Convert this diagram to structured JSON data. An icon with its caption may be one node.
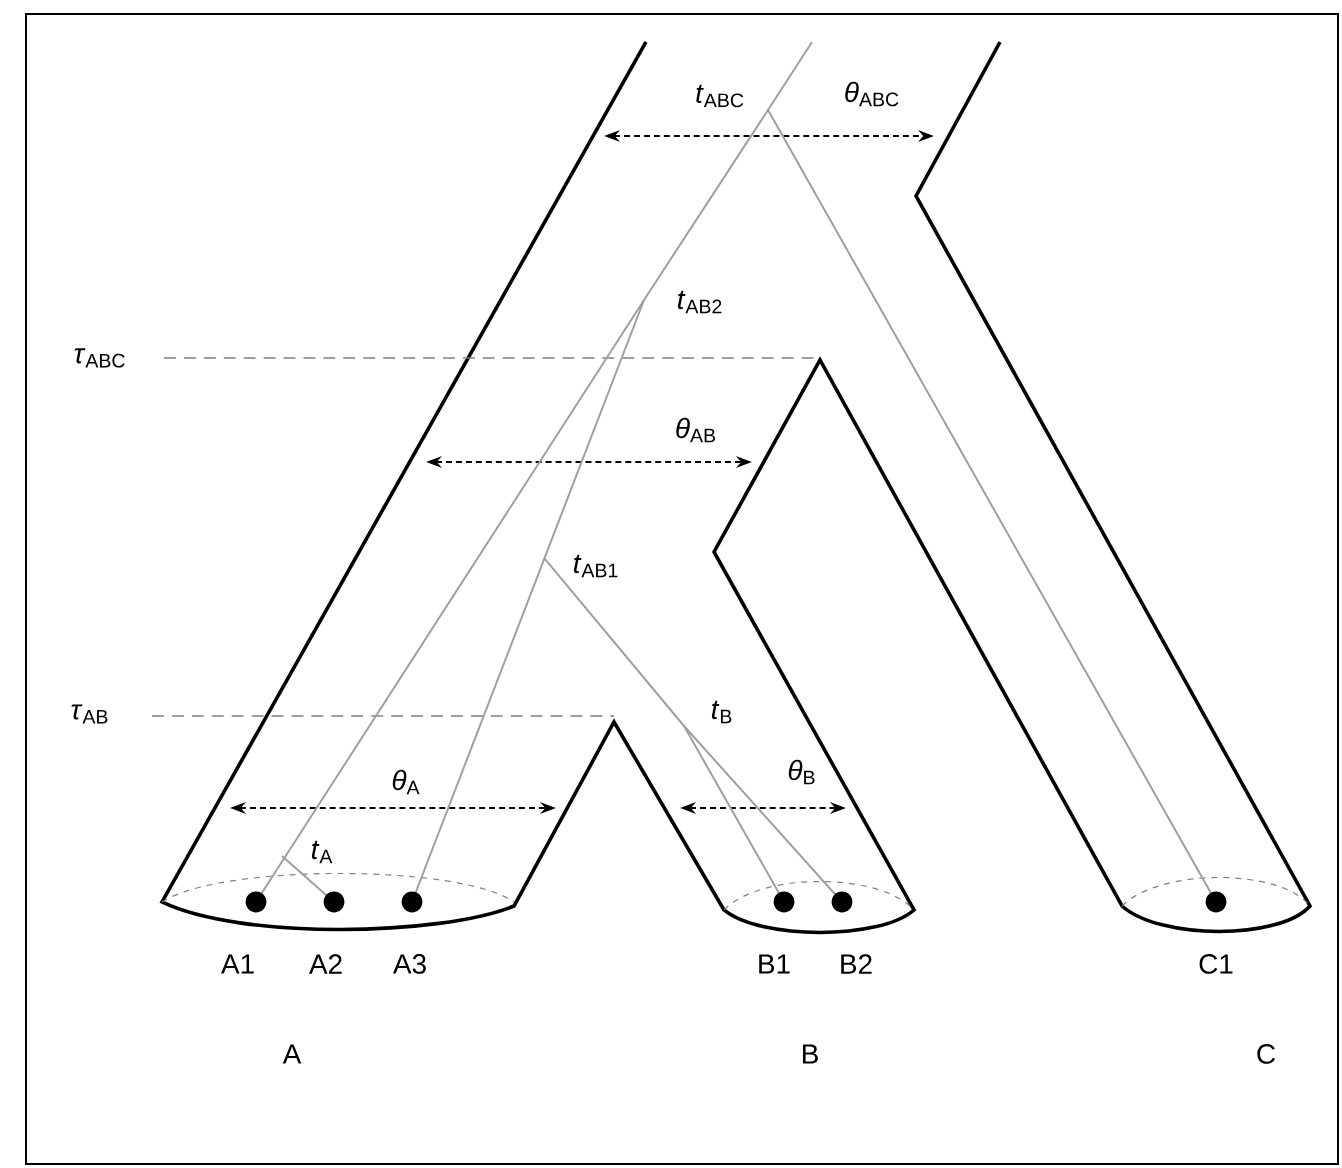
{
  "diagram": {
    "labels": [
      "*t*$_{ABC}$",
      "*θ*$_{ABC}$",
      "*t*$_{AB2}$",
      "*τ*$_{ABC}$",
      "*θ*$_{AB}$",
      "*t*$_{AB1}$",
      "*τ*$_{AB}$",
      "*t*$_{B}$",
      "*θ*$_{A}$",
      "*θ*$_{B}$",
      "*t*$_{A}$",
      "A1",
      "A2",
      "A3",
      "B1",
      "B2",
      "C1",
      "A",
      "B",
      "C"
    ]
  }
}
